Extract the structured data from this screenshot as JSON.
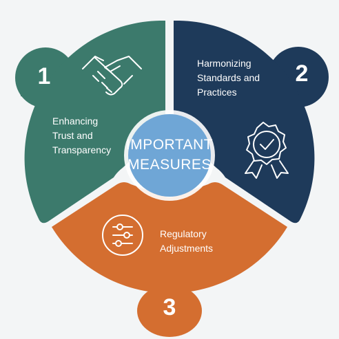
{
  "center": {
    "text": "IMPORTANT\nMEASURES"
  },
  "segments": [
    {
      "number": "1",
      "label": "Enhancing\nTrust and\nTransparency",
      "icon": "handshake-icon",
      "color": "#3c7a6c"
    },
    {
      "number": "2",
      "label": "Harmonizing\nStandards and\nPractices",
      "icon": "award-badge-icon",
      "color": "#1e3a5a"
    },
    {
      "number": "3",
      "label": "Regulatory\nAdjustments",
      "icon": "sliders-icon",
      "color": "#d46e30"
    }
  ],
  "colors": {
    "center": "#6fa6d6",
    "background": "#f3f5f6"
  }
}
